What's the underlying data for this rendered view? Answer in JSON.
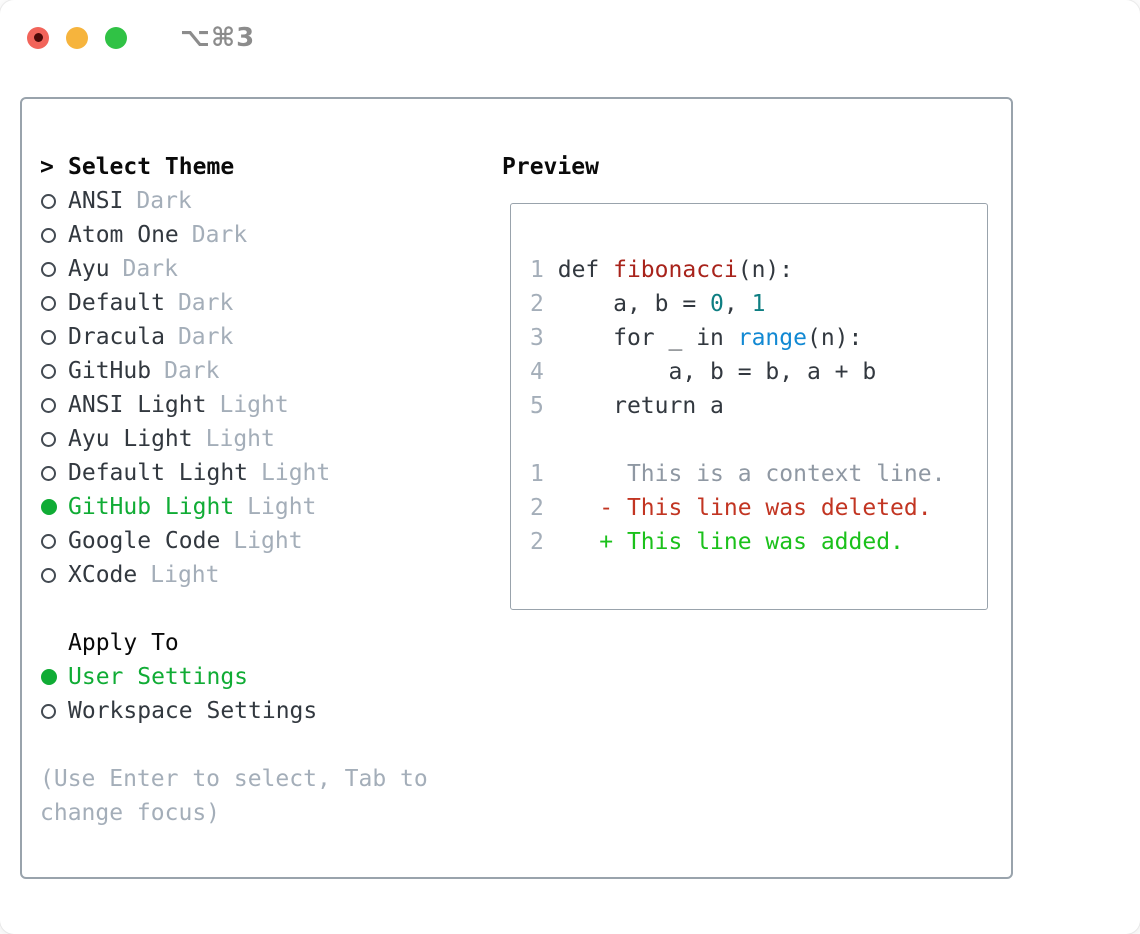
{
  "titlebar": {
    "title": "⌥⌘3"
  },
  "theme_panel": {
    "prompt": ">",
    "title": "Select Theme",
    "themes": [
      {
        "name": "ANSI",
        "tag": "Dark",
        "selected": false
      },
      {
        "name": "Atom One",
        "tag": "Dark",
        "selected": false
      },
      {
        "name": "Ayu",
        "tag": "Dark",
        "selected": false
      },
      {
        "name": "Default",
        "tag": "Dark",
        "selected": false
      },
      {
        "name": "Dracula",
        "tag": "Dark",
        "selected": false
      },
      {
        "name": "GitHub",
        "tag": "Dark",
        "selected": false
      },
      {
        "name": "ANSI Light",
        "tag": "Light",
        "selected": false
      },
      {
        "name": "Ayu Light",
        "tag": "Light",
        "selected": false
      },
      {
        "name": "Default Light",
        "tag": "Light",
        "selected": false
      },
      {
        "name": "GitHub Light",
        "tag": "Light",
        "selected": true
      },
      {
        "name": "Google Code",
        "tag": "Light",
        "selected": false
      },
      {
        "name": "XCode",
        "tag": "Light",
        "selected": false
      }
    ],
    "apply_to": {
      "title": "Apply To",
      "options": [
        {
          "name": "User Settings",
          "selected": true
        },
        {
          "name": "Workspace Settings",
          "selected": false
        }
      ]
    },
    "hint": "(Use Enter to select, Tab to change focus)"
  },
  "preview_panel": {
    "title": "Preview",
    "code_lines": [
      {
        "num": "1",
        "tokens": [
          {
            "t": "def ",
            "c": "code"
          },
          {
            "t": "fibonacci",
            "c": "func"
          },
          {
            "t": "(n):",
            "c": "code"
          }
        ]
      },
      {
        "num": "2",
        "tokens": [
          {
            "t": "    a, b = ",
            "c": "code"
          },
          {
            "t": "0",
            "c": "num"
          },
          {
            "t": ", ",
            "c": "code"
          },
          {
            "t": "1",
            "c": "num"
          }
        ]
      },
      {
        "num": "3",
        "tokens": [
          {
            "t": "    for _ in ",
            "c": "code"
          },
          {
            "t": "range",
            "c": "builtin"
          },
          {
            "t": "(n):",
            "c": "code"
          }
        ]
      },
      {
        "num": "4",
        "tokens": [
          {
            "t": "        a, b = b, a + b",
            "c": "code"
          }
        ]
      },
      {
        "num": "5",
        "tokens": [
          {
            "t": "    return a",
            "c": "code"
          }
        ]
      },
      {
        "num": "",
        "tokens": []
      },
      {
        "num": "1",
        "tokens": [
          {
            "t": "     This is a context line.",
            "c": "context"
          }
        ]
      },
      {
        "num": "2",
        "tokens": [
          {
            "t": "   - This line was deleted.",
            "c": "deleted"
          }
        ]
      },
      {
        "num": "2",
        "tokens": [
          {
            "t": "   + This line was added.",
            "c": "added"
          }
        ]
      }
    ]
  },
  "colors": {
    "accent_green": "#10ac35",
    "added_green": "#1bc11b",
    "deleted_red": "#c23522",
    "function_red": "#a8231b",
    "number_teal": "#0e7e82",
    "builtin_blue": "#1289d3",
    "code_dark": "#32383f",
    "heading_black": "#0a0a0a",
    "muted_gray": "#a4aeb9",
    "context_gray": "#8f98a3",
    "panel_border": "#99a3ac",
    "titlebar_gray": "#8c8c8c",
    "traffic_red": "#f2645a",
    "traffic_yellow": "#f6b43d",
    "traffic_green": "#30c245"
  }
}
